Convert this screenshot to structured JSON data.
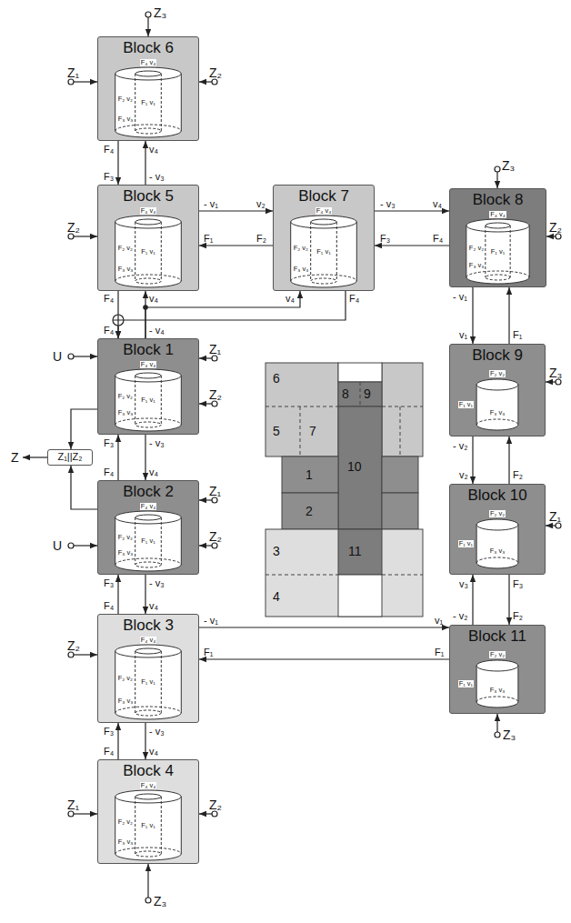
{
  "diagram": {
    "nodes": [
      {
        "text": [
          "Block 6",
          "F₄ v₄",
          "F₂ v₂",
          "F₁ v₁",
          "F₃ v₃"
        ]
      },
      {
        "text": [
          "Block 5",
          "F₄ v₄",
          "F₂ v₂",
          "F₁ v₁",
          "F₃ v₃"
        ]
      },
      {
        "text": [
          "Block 7",
          "F₄ v₄",
          "F₂ v₂",
          "F₁ v₁",
          "F₃ v₃"
        ]
      },
      {
        "text": [
          "Block 8",
          "F₄ v₄",
          "F₂ v₂",
          "F₁ v₁",
          "F₃ v₃"
        ]
      },
      {
        "text": [
          "Block 9",
          "F₂ v₂",
          "F₁ v₁",
          "F₃ v₃"
        ]
      },
      {
        "text": [
          "Block 1",
          "F₄ v₄",
          "F₂ v₂",
          "F₁ v₁",
          "F₃ v₃"
        ]
      },
      {
        "text": [
          "Z₁||Z₂"
        ]
      },
      {
        "text": [
          "Block 2",
          "F₄ v₄",
          "F₂ v₂",
          "F₁ v₁",
          "F₃ v₃"
        ]
      },
      {
        "text": [
          "Block 10",
          "F₂ v₂",
          "F₁ v₁",
          "F₃ v₃"
        ]
      },
      {
        "text": [
          "Block 3",
          "F₄ v₄",
          "F₂ v₂",
          "F₁ v₁",
          "F₃ v₃"
        ]
      },
      {
        "text": [
          "Block 11",
          "F₂ v₂",
          "F₁ v₁",
          "F₃ v₃"
        ]
      },
      {
        "text": [
          "Block 4",
          "F₄ v₄",
          "F₂ v₂",
          "F₁ v₁",
          "F₃ v₃"
        ]
      }
    ],
    "edges": [
      {
        "from": 0,
        "to": 1,
        "arrow": "to"
      },
      {
        "from": 1,
        "to": 0,
        "arrow": "to"
      },
      {
        "from": 1,
        "to": 2,
        "arrow": "to"
      },
      {
        "from": 2,
        "to": 1,
        "arrow": "to"
      },
      {
        "from": 2,
        "to": 3,
        "arrow": "to"
      },
      {
        "from": 3,
        "to": 2,
        "arrow": "to"
      },
      {
        "from": 3,
        "to": 4,
        "arrow": "to"
      },
      {
        "from": 4,
        "to": 3,
        "arrow": "to"
      },
      {
        "from": 4,
        "to": 8,
        "arrow": "to"
      },
      {
        "from": 8,
        "to": 4,
        "arrow": "to"
      },
      {
        "from": 10,
        "to": 8,
        "arrow": "to"
      },
      {
        "from": 8,
        "to": 10,
        "arrow": "to"
      },
      {
        "from": 9,
        "to": 10,
        "arrow": "to"
      },
      {
        "from": 10,
        "to": 9,
        "arrow": "to"
      },
      {
        "from": 1,
        "to": 5,
        "arrow": "to"
      },
      {
        "from": 2,
        "to": 5,
        "arrow": "to"
      },
      {
        "from": 5,
        "to": 1,
        "arrow": "to"
      },
      {
        "from": 5,
        "to": 2,
        "arrow": "to"
      },
      {
        "from": 7,
        "to": 5,
        "arrow": "to"
      },
      {
        "from": 5,
        "to": 7,
        "arrow": "to"
      },
      {
        "from": 9,
        "to": 7,
        "arrow": "to"
      },
      {
        "from": 7,
        "to": 9,
        "arrow": "to"
      },
      {
        "from": 11,
        "to": 9,
        "arrow": "to"
      },
      {
        "from": 9,
        "to": 11,
        "arrow": "to"
      },
      {
        "from": 5,
        "to": 6,
        "arrow": "to"
      },
      {
        "from": 7,
        "to": 6,
        "arrow": "to"
      }
    ],
    "labels": [
      "Z₃",
      "Z₁",
      "Z₂",
      "F₄",
      "v₄",
      "F₃",
      "- v₃",
      "Z₂",
      "- v₁",
      "v₂",
      "F₁",
      "F₂",
      "- v₃",
      "v₄",
      "F₃",
      "F₄",
      "Z₃",
      "Z₂",
      "F₄",
      "v₄",
      "v₄",
      "F₄",
      "- v₁",
      "v₁",
      "F₁",
      "F₄",
      "- v₄",
      "U",
      "Z₁",
      "Z₂",
      "Z₃",
      "Z",
      "F₃",
      "- v₃",
      "- v₂",
      "v₂",
      "F₂",
      "F₄",
      "v₄",
      "Z₁",
      "U",
      "Z₂",
      "Z₁",
      "F₃",
      "- v₃",
      "v₃",
      "F₃",
      "F₄",
      "v₄",
      "- v₂",
      "F₂",
      "Z₂",
      "- v₁",
      "v₁",
      "F₁",
      "F₁",
      "Z₃",
      "F₃",
      "- v₃",
      "F₄",
      "v₄",
      "Z₁",
      "Z₂",
      "Z₃",
      "6",
      "8",
      "9",
      "5",
      "7",
      "1",
      "10",
      "2",
      "3",
      "11",
      "4"
    ]
  }
}
